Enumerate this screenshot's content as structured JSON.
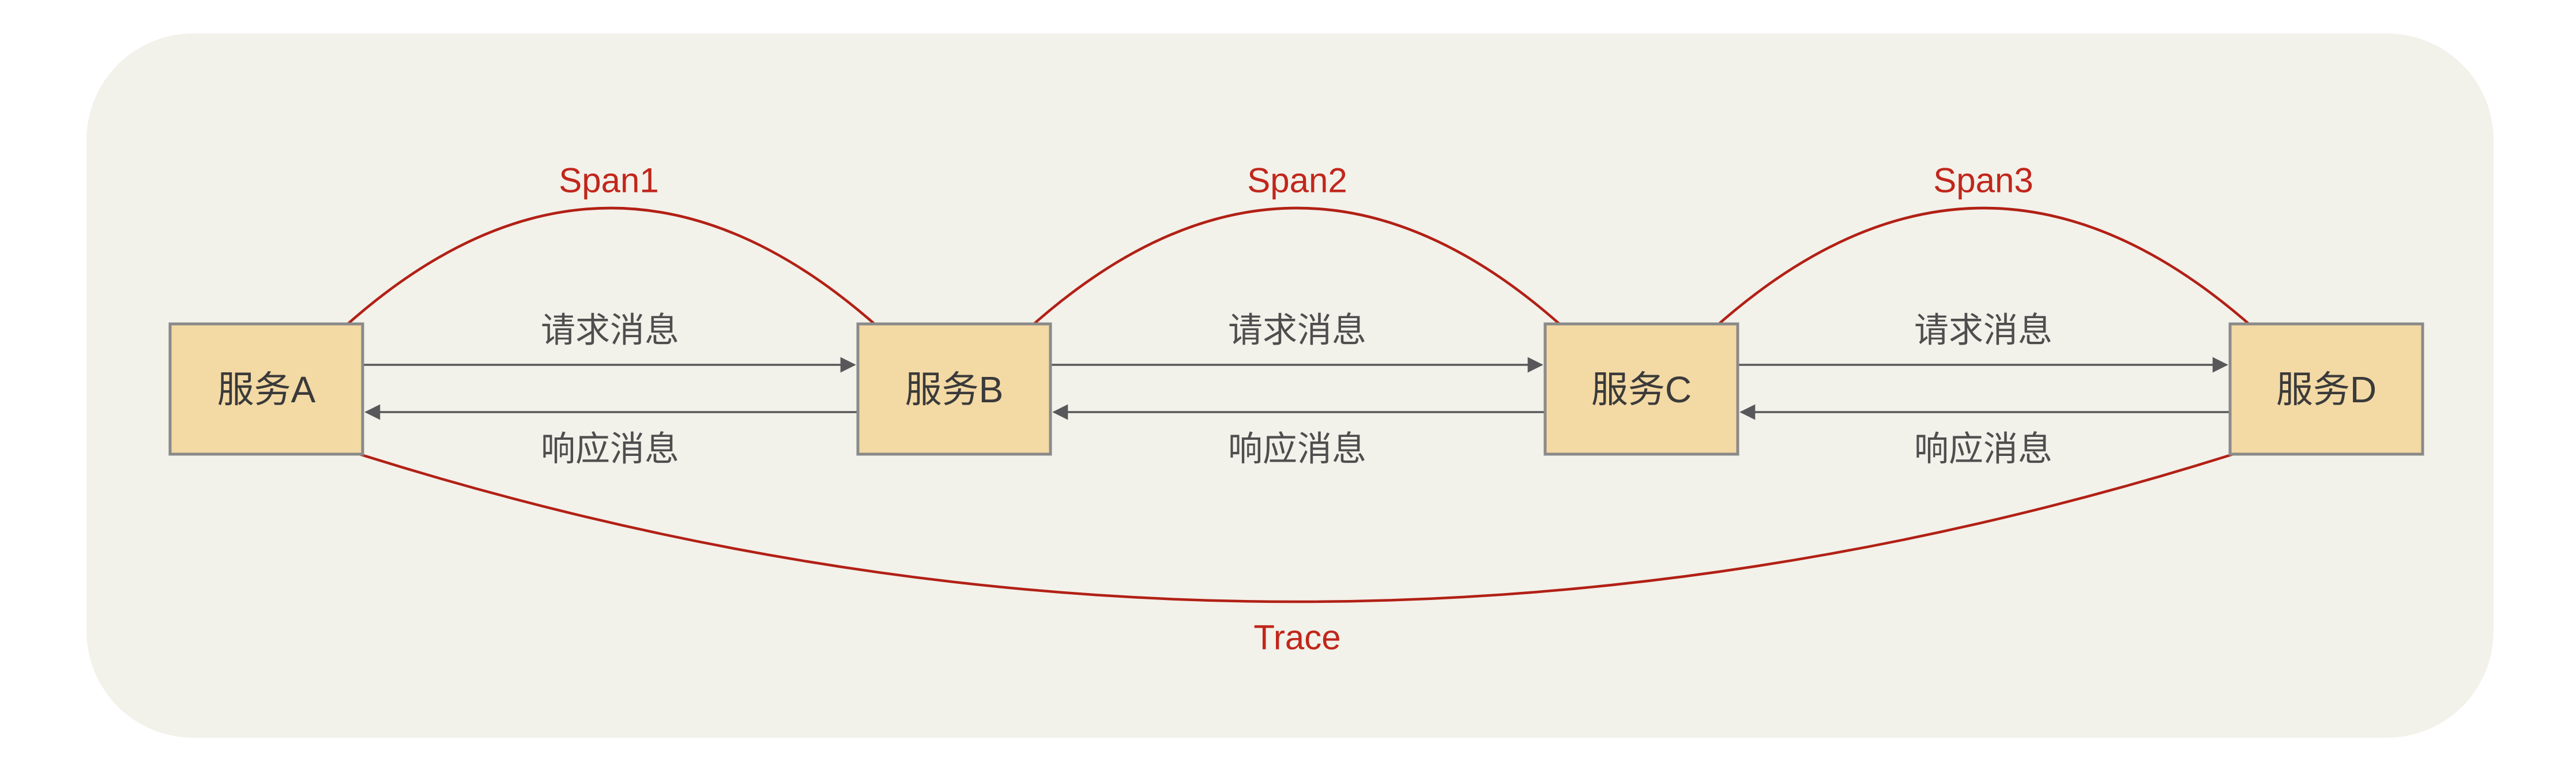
{
  "diagram": {
    "nodes": [
      {
        "label": "服务A"
      },
      {
        "label": "服务B"
      },
      {
        "label": "服务C"
      },
      {
        "label": "服务D"
      }
    ],
    "messages": {
      "request": "请求消息",
      "response": "响应消息"
    },
    "spans": [
      {
        "label": "Span1"
      },
      {
        "label": "Span2"
      },
      {
        "label": "Span3"
      }
    ],
    "trace": {
      "label": "Trace"
    },
    "colors": {
      "page_bg": "#ffffff",
      "panel_bg": "#f2f1ea",
      "node_fill": "#f3d9a4",
      "node_border": "#8a8a8a",
      "node_text": "#3a3a3a",
      "message_text": "#4e4e4e",
      "arrow": "#58585b",
      "arc_red": "#b22015",
      "arc_label_red": "#c1261b"
    }
  }
}
